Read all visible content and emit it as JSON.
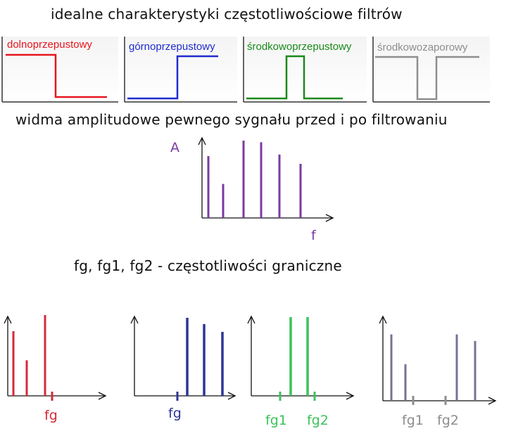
{
  "headings": {
    "ideal": "idealne charakterystyki częstotliwościowe filtrów",
    "spectra": "widma amplitudowe pewnego sygnału przed i po filtrowaniu",
    "cutoff": "fg, fg1, fg2 - częstotliwości graniczne"
  },
  "filters": [
    {
      "label": "dolnoprzepustowy",
      "color": "#e8141e"
    },
    {
      "label": "górnoprzepustowy",
      "color": "#1f2bd0"
    },
    {
      "label": "środkowoprzepustowy",
      "color": "#1a8a1a"
    },
    {
      "label": "środkowozaporowy",
      "color": "#8e8e8e"
    }
  ],
  "original_spectrum": {
    "axis_y": "A",
    "axis_x": "f",
    "color": "#7b3aa0",
    "amplitudes": [
      0.8,
      0.44,
      1.0,
      0.98,
      0.82,
      0.7
    ]
  },
  "filtered_spectra": [
    {
      "color": "#d42a3a",
      "amplitudes": [
        0.8,
        0.44,
        1.0,
        0,
        0,
        0
      ],
      "cutoff_labels": [
        "fg"
      ]
    },
    {
      "color": "#2e3595",
      "amplitudes": [
        0,
        0,
        1.0,
        0.92,
        0.82,
        0
      ],
      "cutoff_labels": [
        "fg"
      ]
    },
    {
      "color": "#3cc25a",
      "amplitudes": [
        0,
        0,
        1.0,
        1.0,
        0,
        0
      ],
      "cutoff_labels": [
        "fg1",
        "fg2"
      ]
    },
    {
      "color": "#7a6f96",
      "amplitudes": [
        0.8,
        0.44,
        0,
        0,
        0.8,
        0.72
      ],
      "cutoff_labels": [
        "fg1",
        "fg2"
      ]
    }
  ],
  "cutoff_color_gray": "#8e8e8e"
}
